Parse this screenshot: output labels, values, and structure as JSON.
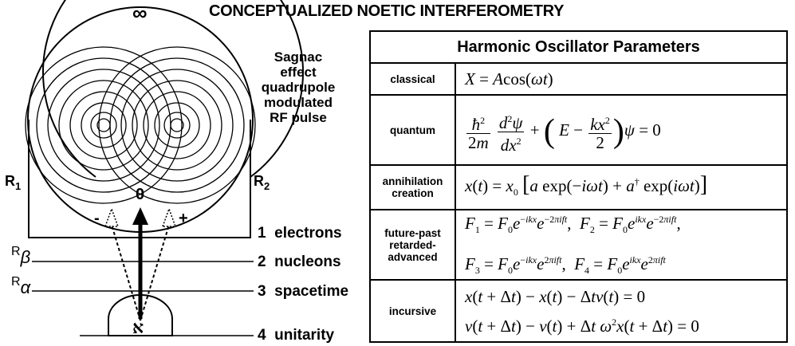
{
  "title": "CONCEPTUALIZED NOETIC INTERFEROMETRY",
  "diagram": {
    "infinity": "∞",
    "zero": "0",
    "minus": "-",
    "plus": "+",
    "r1": "R",
    "r1_sub": "1",
    "r2": "R",
    "r2_sub": "2",
    "r_beta": "R",
    "r_beta_sub": "β",
    "r_alpha": "R",
    "r_alpha_sub": "α",
    "aleph": "א",
    "side_note": [
      "Sagnac",
      "effect",
      "quadrupole",
      "modulated",
      "RF pulse"
    ],
    "levels": [
      {
        "num": "1",
        "label": "electrons"
      },
      {
        "num": "2",
        "label": "nucleons"
      },
      {
        "num": "3",
        "label": "spacetime"
      },
      {
        "num": "4",
        "label": "unitarity"
      }
    ]
  },
  "table": {
    "heading": "Harmonic Oscillator Parameters",
    "rows": [
      {
        "name": "classical"
      },
      {
        "name": "quantum"
      },
      {
        "name": "annihilation creation"
      },
      {
        "name": "future-past retarded-advanced"
      },
      {
        "name": "incursive"
      }
    ]
  }
}
